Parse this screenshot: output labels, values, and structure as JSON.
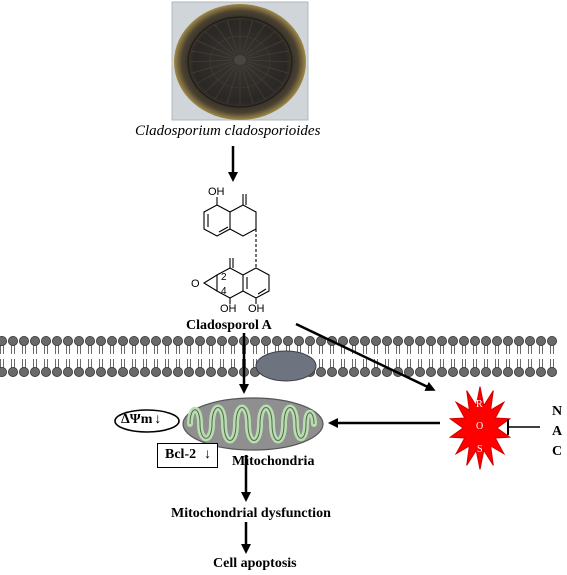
{
  "source_organism": {
    "name": "Cladosporium cladosporioides"
  },
  "compound": {
    "name": "Cladosporol A",
    "atoms": {
      "oh_top": "OH",
      "oh_bottom_left": "OH",
      "oh_bottom_right": "OH",
      "oxygen": "O",
      "position_2": "2",
      "position_4": "4"
    }
  },
  "ros": {
    "letters": [
      "R",
      "O",
      "S"
    ],
    "color": "#ff0000"
  },
  "inhibitor": {
    "letters": [
      "N",
      "A",
      "C"
    ]
  },
  "mitochondria": {
    "label": "Mitochondria",
    "membrane_potential": "ΔΨm",
    "membrane_potential_arrow": "↓",
    "bcl2": "Bcl-2",
    "bcl2_arrow": "↓"
  },
  "outcomes": {
    "dysfunction": "Mitochondrial dysfunction",
    "apoptosis": "Cell apoptosis"
  },
  "colors": {
    "membrane_head": "#6a6a6a",
    "membrane_protein": "#6e7380",
    "mito_outer": "#8f8f8f",
    "mito_inner": "#b9dcb0",
    "petri_dish": "#2a2724"
  }
}
